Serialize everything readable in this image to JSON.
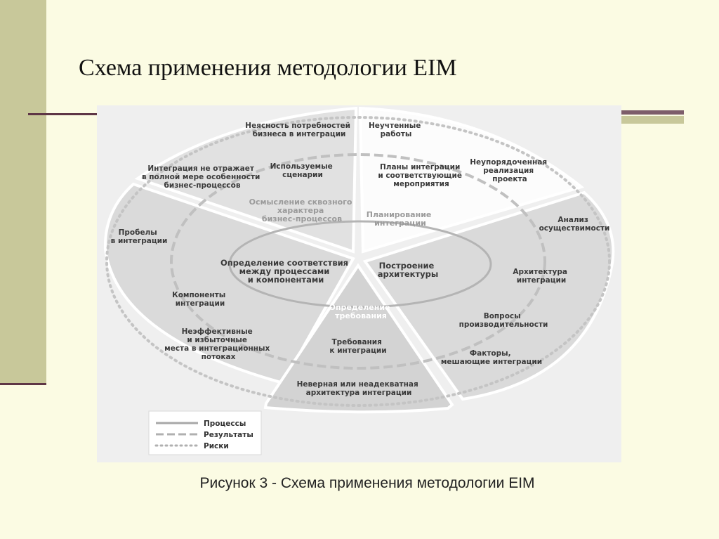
{
  "slide": {
    "title": "Схема применения методологии EIM",
    "caption": "Рисунок 3 - Схема применения методологии EIM"
  },
  "diagram": {
    "center_labels": {
      "top_left": [
        "Осмысление сквозного",
        "характера",
        "бизнес-процессов"
      ],
      "top_right": [
        "Планирование",
        "интеграции"
      ],
      "left": [
        "Определение соответствия",
        "между процессами",
        "и компонентами"
      ],
      "right": [
        "Построение",
        "архитектуры"
      ],
      "bottom": [
        "Определение",
        "требования"
      ]
    },
    "top_left_segment": {
      "top": [
        "Неясность потребностей",
        "бизнеса в интеграции"
      ],
      "left": [
        "Интеграция не отражает",
        "в полной мере особенности",
        "бизнес-процессов"
      ],
      "right": [
        "Используемые",
        "сценарии"
      ]
    },
    "top_right_segment": {
      "top": [
        "Неучтенные",
        "работы"
      ],
      "middle": [
        "Планы интеграции",
        "и соответствующие",
        "мероприятия"
      ],
      "right": [
        "Неупорядоченная",
        "реализация",
        "проекта"
      ]
    },
    "left_segment": {
      "gaps": [
        "Пробелы",
        "в интеграции"
      ],
      "components": [
        "Компоненты",
        "интеграции"
      ],
      "inefficient": [
        "Неэффективные",
        "и избыточные",
        "места в интеграционных",
        "потоках"
      ]
    },
    "right_segment": {
      "feasibility": [
        "Анализ",
        "осуществимости"
      ],
      "architecture": [
        "Архитектура",
        "интеграции"
      ],
      "performance": [
        "Вопросы",
        "производительности"
      ],
      "factors": [
        "Факторы,",
        "мешающие интеграции"
      ]
    },
    "bottom_segment": {
      "requirements": [
        "Требования",
        "к интеграции"
      ],
      "wrong_arch": [
        "Неверная или неадекватная",
        "архитектура интеграции"
      ]
    },
    "legend": {
      "processes": "Процессы",
      "results": "Результаты",
      "risks": "Риски"
    }
  }
}
